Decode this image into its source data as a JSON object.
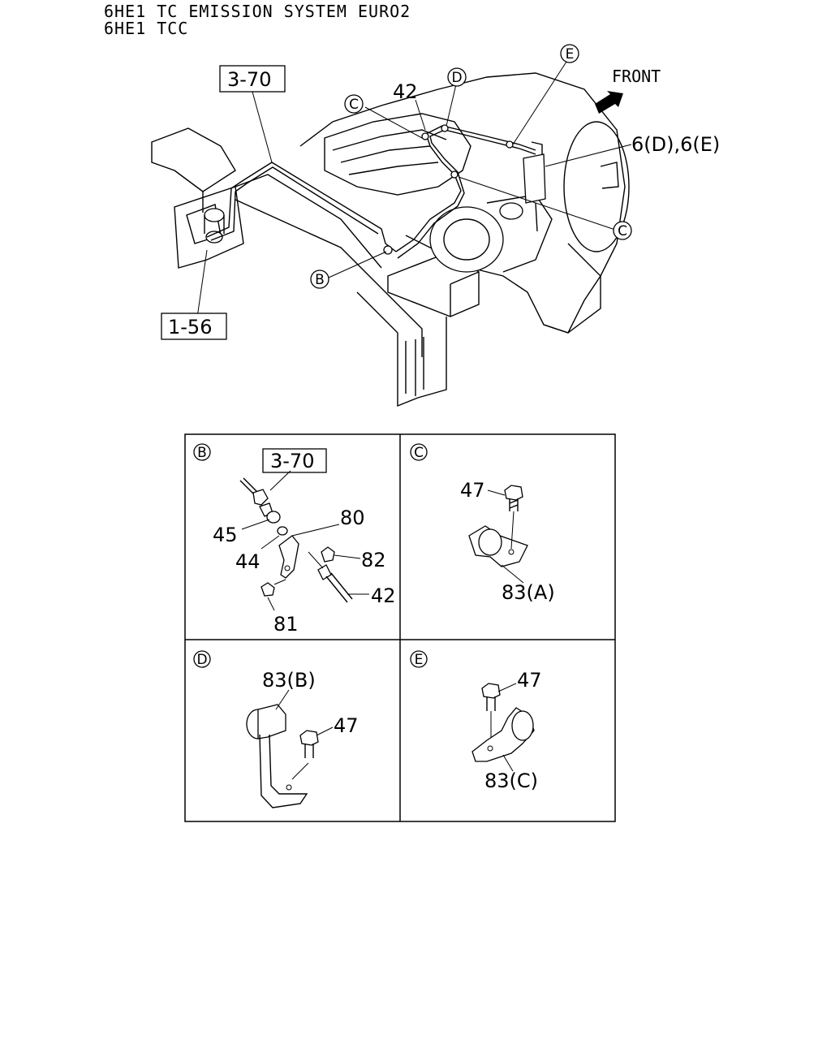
{
  "header": {
    "line1": "6HE1 TC EMISSION SYSTEM EURO2",
    "line2": "6HE1 TCC"
  },
  "main_view": {
    "ref_3_70": "3-70",
    "ref_1_56": "1-56",
    "part_42": "42",
    "part_6": "6(D),6(E)",
    "front_label": "FRONT",
    "callout_B": "B",
    "callout_C": "C",
    "callout_D": "D",
    "callout_E": "E"
  },
  "detail_B": {
    "callout": "B",
    "ref": "3-70",
    "parts": [
      "45",
      "44",
      "80",
      "82",
      "42",
      "81"
    ]
  },
  "detail_C": {
    "callout": "C",
    "parts": [
      "47",
      "83(A)"
    ]
  },
  "detail_D": {
    "callout": "D",
    "parts": [
      "83(B)",
      "47"
    ]
  },
  "detail_E": {
    "callout": "E",
    "parts": [
      "47",
      "83(C)"
    ]
  }
}
